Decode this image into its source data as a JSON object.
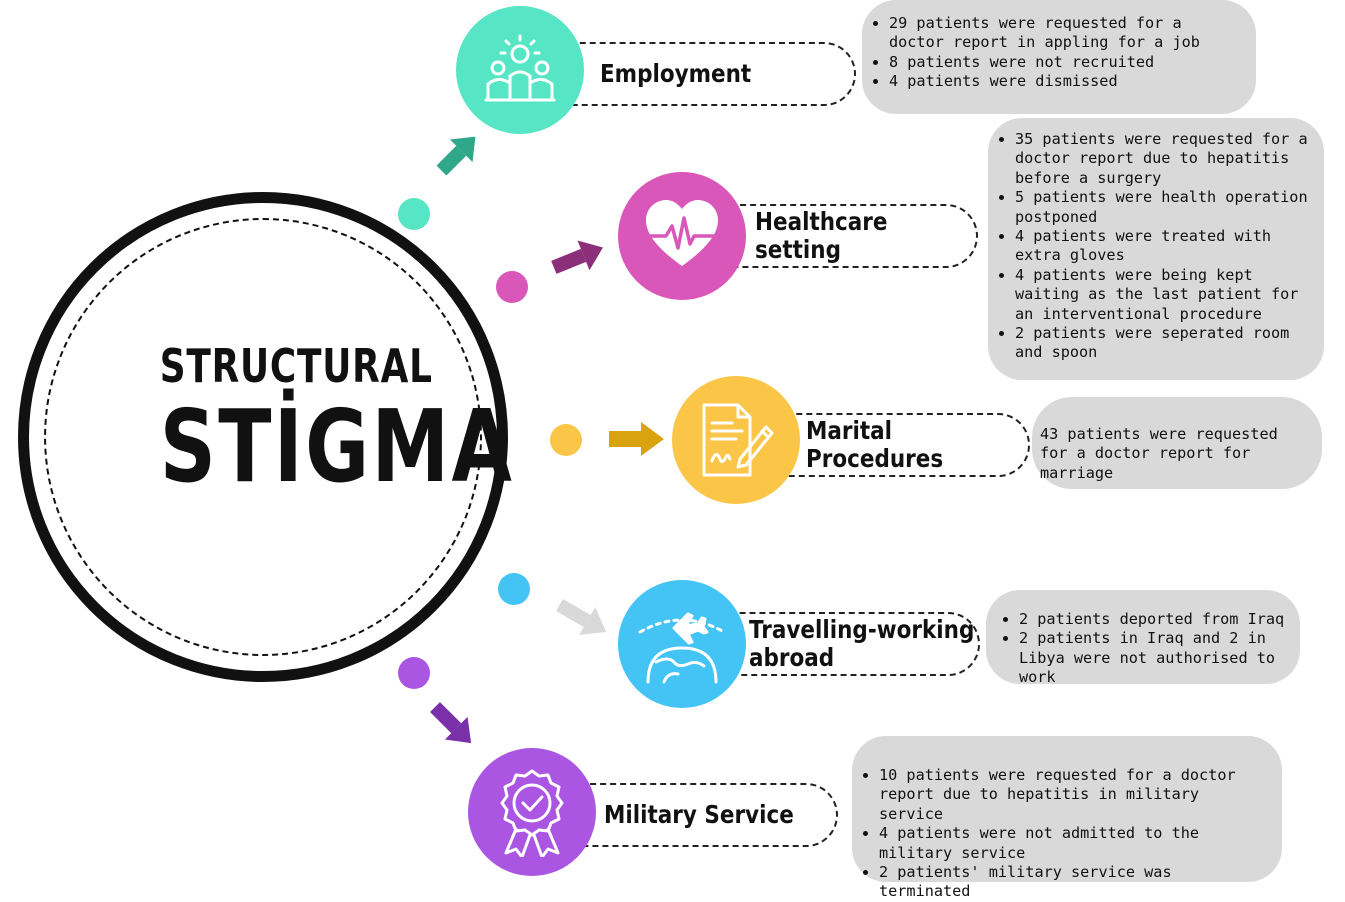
{
  "center": {
    "line1": "STRUCTURAL",
    "line2": "STİGMA"
  },
  "categories": [
    {
      "key": "employment",
      "label": "Employment",
      "color": "#56e5c5",
      "icon": "people-group-icon",
      "items": [
        "29 patients were requested for a doctor report  in appling for a job",
        "8 patients were not recruited",
        "4 patients were dismissed"
      ]
    },
    {
      "key": "healthcare",
      "label_lines": [
        "Healthcare",
        "setting"
      ],
      "color": "#d957b9",
      "icon": "heartbeat-icon",
      "items": [
        "35 patients were requested for a doctor report due to hepatitis before a surgery",
        "5 patients were health operation postponed",
        "4 patients were treated  with extra gloves",
        "4 patients were being kept waiting as the last patient for an interventional procedure",
        "2 patients were seperated room and spoon"
      ]
    },
    {
      "key": "marital",
      "label_lines": [
        "Marital",
        "Procedures"
      ],
      "color": "#fbc548",
      "icon": "signed-document-icon",
      "text": "43 patients were requested for a doctor report for marriage"
    },
    {
      "key": "travelling",
      "label_lines": [
        "Travelling-working",
        "abroad"
      ],
      "color": "#44c3f5",
      "icon": "airplane-globe-icon",
      "items": [
        "2 patients deported from Iraq",
        "2 patients in Iraq and 2 in Libya were not authorised to work"
      ]
    },
    {
      "key": "military",
      "label": "Military Service",
      "color": "#ab56e3",
      "icon": "award-badge-icon",
      "items": [
        "10 patients were requested for a doctor report due to hepatitis in military service",
        "4 patients were not admitted to the military service",
        "2 patients' military service was terminated"
      ]
    }
  ],
  "arrow_colors": {
    "employment": "#2fa88a",
    "healthcare": "#8b2f7a",
    "marital": "#d9a30f",
    "travelling": "#d9d9d9",
    "military": "#7a30a8"
  }
}
